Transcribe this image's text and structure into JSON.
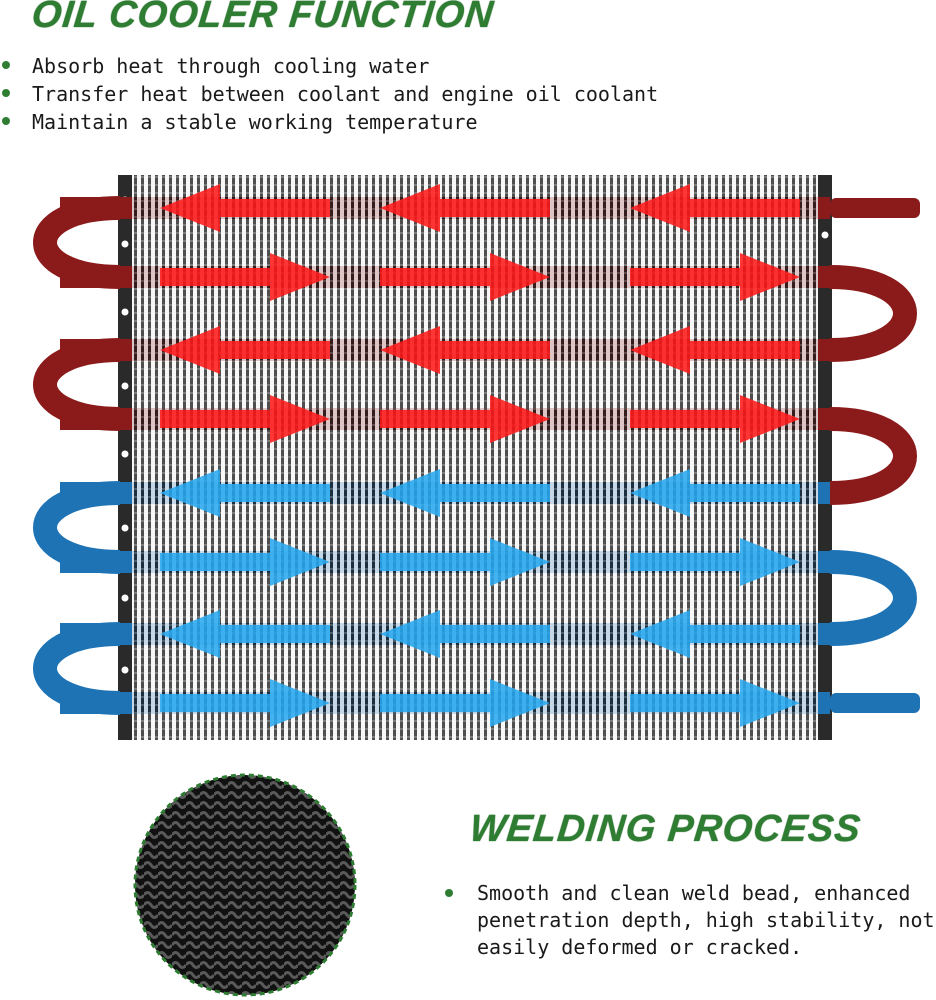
{
  "colors": {
    "heading_green": "#2e7d32",
    "hot_tube": "#8b1a1a",
    "hot_arrow": "#ff1a1a",
    "cold_tube": "#1e73b5",
    "cold_arrow": "#29a8f0",
    "fin": "#1c1c1c"
  },
  "oil_cooler": {
    "title": "OIL COOLER FUNCTION",
    "points": [
      "Absorb heat through cooling water",
      "Transfer heat between coolant and engine oil coolant",
      "Maintain a stable working temperature"
    ]
  },
  "diagram": {
    "hot_passes": 4,
    "cold_passes": 4,
    "flow": [
      "left",
      "right",
      "left",
      "right",
      "left",
      "right",
      "left",
      "right"
    ]
  },
  "welding": {
    "title": "WELDING PROCESS",
    "points": [
      "Smooth and clean weld bead, enhanced penetration depth, high stability, not easily deformed or cracked."
    ]
  }
}
